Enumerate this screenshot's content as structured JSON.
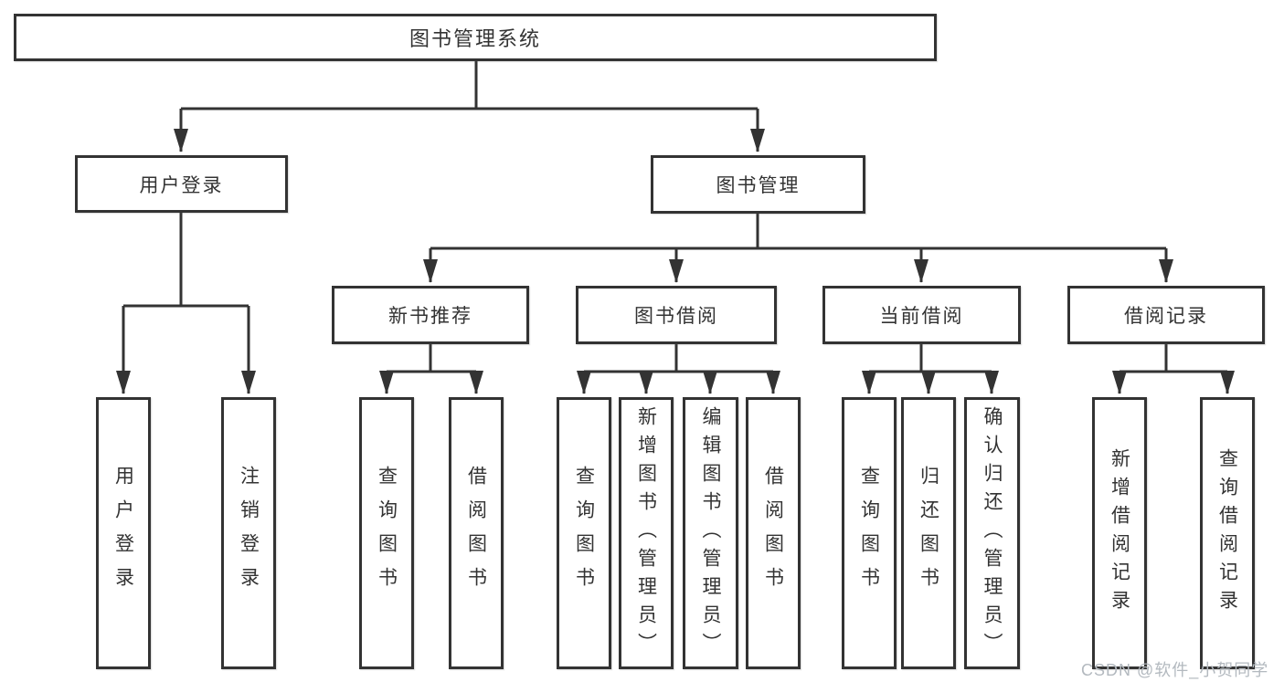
{
  "tree": {
    "root": {
      "label": "图书管理系统",
      "children": [
        {
          "label": "用户登录",
          "children": [
            {
              "label": "用户登录"
            },
            {
              "label": "注销登录"
            }
          ]
        },
        {
          "label": "图书管理",
          "children": [
            {
              "label": "新书推荐",
              "children": [
                {
                  "label": "查询图书"
                },
                {
                  "label": "借阅图书"
                }
              ]
            },
            {
              "label": "图书借阅",
              "children": [
                {
                  "label": "查询图书"
                },
                {
                  "label": "新增图书（管理员）"
                },
                {
                  "label": "编辑图书（管理员）"
                },
                {
                  "label": "借阅图书"
                }
              ]
            },
            {
              "label": "当前借阅",
              "children": [
                {
                  "label": "查询图书"
                },
                {
                  "label": "归还图书"
                },
                {
                  "label": "确认归还（管理员）"
                }
              ]
            },
            {
              "label": "借阅记录",
              "children": [
                {
                  "label": "新增借阅记录"
                },
                {
                  "label": "查询借阅记录"
                }
              ]
            }
          ]
        }
      ]
    }
  },
  "watermark": "CSDN @软件_小贺同学",
  "colors": {
    "line": "#333333",
    "box_border": "#333333",
    "text": "#333333",
    "watermark": "#b3b9bf",
    "background": "#ffffff"
  }
}
